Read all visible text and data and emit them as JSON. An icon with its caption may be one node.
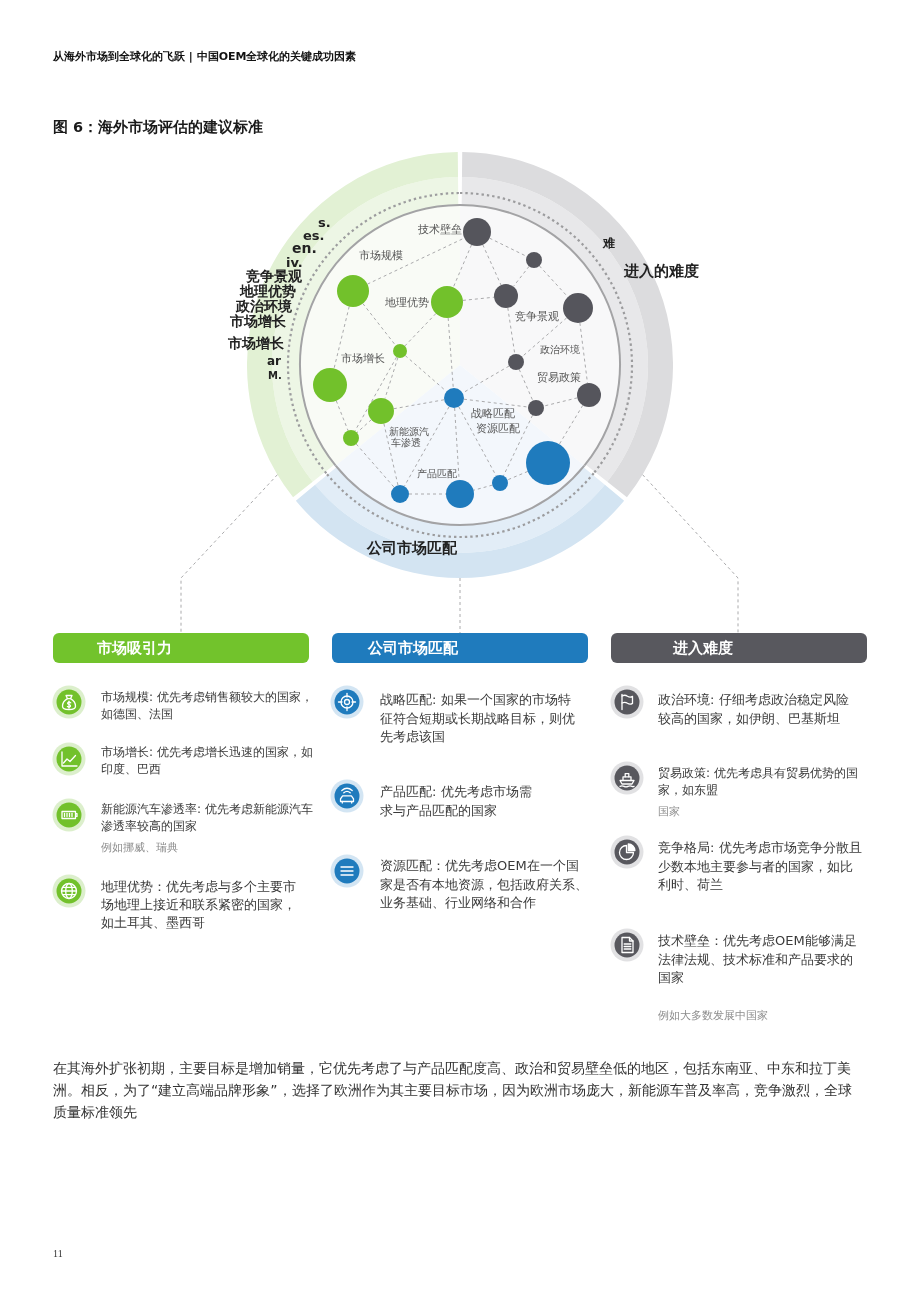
{
  "diagram": {
    "title": "图 6：海外市场评估的建议标准",
    "nodes": [
      {
        "text": [],
        "shape": "band"
      },
      {
        "text": [
          "难"
        ]
      },
      {
        "text": [
          "公司市场匹配"
        ]
      },
      {
        "text": [],
        "shape": "circle",
        "beside": [
          "技术壁垒"
        ],
        "in": 1
      },
      {
        "text": [],
        "shape": "circle",
        "beside": [
          "市场规模"
        ],
        "in": 0
      },
      {
        "text": [],
        "shape": "circle",
        "in": 1
      },
      {
        "text": [],
        "shape": "circle",
        "beside": [
          "地理优势"
        ],
        "in": 0
      },
      {
        "text": [],
        "shape": "circle",
        "beside": [
          "竞争景观"
        ],
        "in": 1
      },
      {
        "text": [],
        "shape": "circle",
        "beside": [
          "政治环境"
        ],
        "in": 1
      },
      {
        "text": [],
        "shape": "circle",
        "beside": [
          "市场增长"
        ],
        "in": 0
      },
      {
        "text": [],
        "shape": "circle",
        "in": 0
      },
      {
        "text": [],
        "shape": "circle",
        "in": 1
      },
      {
        "text": [],
        "shape": "circle",
        "beside": [
          "贸易政策"
        ],
        "in": 1
      },
      {
        "text": [],
        "shape": "circle",
        "beside": [
          "战略匹配"
        ],
        "in": 2
      },
      {
        "text": [],
        "shape": "circle",
        "beside": [
          "新能源汽车渗透"
        ],
        "in": 0
      },
      {
        "text": [],
        "shape": "circle",
        "in": 1
      },
      {
        "text": [],
        "shape": "circle",
        "beside": [
          "资源匹配"
        ],
        "in": 2
      },
      {
        "text": [],
        "shape": "circle",
        "in": 0
      },
      {
        "text": [],
        "shape": "circle",
        "in": 2
      },
      {
        "text": [],
        "shape": "circle",
        "in": 2
      },
      {
        "text": [],
        "shape": "circle",
        "beside": [
          "产品匹配"
        ],
        "in": 2
      },
      {
        "text": [
          "市场吸引力"
        ]
      },
      {
        "text": [
          "公司市场匹配"
        ]
      },
      {
        "text": [
          "进入难度"
        ]
      }
    ],
    "edges": [
      {
        "from": 0,
        "to": 21,
        "arrow": "none",
        "style": "dashed"
      },
      {
        "from": 2,
        "to": 22,
        "arrow": "none",
        "style": "dashed"
      },
      {
        "from": 1,
        "to": 23,
        "arrow": "none",
        "style": "dashed"
      },
      {
        "from": 4,
        "to": 3,
        "arrow": "none",
        "style": "dashed"
      },
      {
        "from": 3,
        "to": 5,
        "arrow": "none",
        "style": "dashed"
      },
      {
        "from": 3,
        "to": 6,
        "arrow": "none",
        "style": "dashed"
      },
      {
        "from": 3,
        "to": 7,
        "arrow": "none",
        "style": "dashed"
      },
      {
        "from": 4,
        "to": 9,
        "arrow": "none",
        "style": "dashed"
      },
      {
        "from": 4,
        "to": 10,
        "arrow": "none",
        "style": "dashed"
      },
      {
        "from": 5,
        "to": 7,
        "arrow": "none",
        "style": "dashed"
      },
      {
        "from": 5,
        "to": 8,
        "arrow": "none",
        "style": "dashed"
      },
      {
        "from": 6,
        "to": 7,
        "arrow": "none",
        "style": "dashed"
      },
      {
        "from": 6,
        "to": 10,
        "arrow": "none",
        "style": "dashed"
      },
      {
        "from": 6,
        "to": 13,
        "arrow": "none",
        "style": "dashed"
      },
      {
        "from": 7,
        "to": 11,
        "arrow": "none",
        "style": "dashed"
      },
      {
        "from": 8,
        "to": 11,
        "arrow": "none",
        "style": "dashed"
      },
      {
        "from": 8,
        "to": 12,
        "arrow": "none",
        "style": "dashed"
      },
      {
        "from": 9,
        "to": 17,
        "arrow": "none",
        "style": "dashed"
      },
      {
        "from": 10,
        "to": 14,
        "arrow": "none",
        "style": "dashed"
      },
      {
        "from": 10,
        "to": 17,
        "arrow": "none",
        "style": "dashed"
      },
      {
        "from": 10,
        "to": 13,
        "arrow": "none",
        "style": "dashed"
      },
      {
        "from": 11,
        "to": 13,
        "arrow": "none",
        "style": "dashed"
      },
      {
        "from": 11,
        "to": 15,
        "arrow": "none",
        "style": "dashed"
      },
      {
        "from": 12,
        "to": 15,
        "arrow": "none",
        "style": "dashed"
      },
      {
        "from": 12,
        "to": 16,
        "arrow": "none",
        "style": "dashed"
      },
      {
        "from": 13,
        "to": 15,
        "arrow": "none",
        "style": "dashed"
      },
      {
        "from": 13,
        "to": 18,
        "arrow": "none",
        "style": "dashed"
      },
      {
        "from": 13,
        "to": 20,
        "arrow": "none",
        "style": "dashed"
      },
      {
        "from": 13,
        "to": 19,
        "arrow": "none",
        "style": "dashed"
      },
      {
        "from": 14,
        "to": 13,
        "arrow": "none",
        "style": "dashed"
      },
      {
        "from": 14,
        "to": 17,
        "arrow": "none",
        "style": "dashed"
      },
      {
        "from": 14,
        "to": 19,
        "arrow": "none",
        "style": "dashed"
      },
      {
        "from": 17,
        "to": 19,
        "arrow": "none",
        "style": "dashed"
      },
      {
        "from": 15,
        "to": 18,
        "arrow": "none",
        "style": "dashed"
      },
      {
        "from": 16,
        "to": 18,
        "arrow": "none",
        "style": "dashed"
      },
      {
        "from": 18,
        "to": 20,
        "arrow": "none",
        "style": "dashed"
      },
      {
        "from": 19,
        "to": 20,
        "arrow": "none",
        "style": "dashed"
      }
    ],
    "labels": [
      "从海外市场到全球化的飞跃 | 中国OEM全球化的关键成功因素",
      "s.",
      "es.",
      "en.",
      "iv.",
      "竞争景观",
      "地理优势",
      "政治环境",
      "市场增长",
      "市场增长",
      "ar",
      "M.",
      "进入的难度",
      "市场规模: 优先考虑销售额较大的国家，如德国、法国",
      "市场增长: 优先考虑增长迅速的国家，如印度、巴西",
      "新能源汽车渗透率: 优先考虑新能源汽车渗透率较高的国家",
      "例如挪威、瑞典",
      "地理优势：优先考虑与多个主要市场地理上接近和联系紧密的国家，如土耳其、墨西哥",
      "战略匹配: 如果一个国家的市场特征符合短期或长期战略目标，则优先考虑该国",
      "产品匹配: 优先考虑市场需求与产品匹配的国家",
      "资源匹配：优先考虑OEM在一个国家是否有本地资源，包括政府关系、业务基础、行业网络和合作",
      "政治环境: 仔细考虑政治稳定风险较高的国家，如伊朗、巴基斯坦",
      "贸易政策: 优先考虑具有贸易优势的国家，如东盟",
      "国家",
      "竞争格局: 优先考虑市场竞争分散且少数本地主要参与者的国家，如比利时、荷兰",
      "技术壁垒：优先考虑OEM能够满足法律法规、技术标准和产品要求的国家",
      "例如大多数发展中国家",
      "在其海外扩张初期，主要目标是增加销量，它优先考虑了与产品匹配度高、政治和贸易壁垒低的地区，包括东南亚、中东和拉丁美洲。相反，为了“建立高端品牌形象”，选择了欧洲作为其主要目标市场，因为欧洲市场庞大，新能源车普及率高，竞争激烈，全球质量标准领先",
      "11"
    ]
  }
}
